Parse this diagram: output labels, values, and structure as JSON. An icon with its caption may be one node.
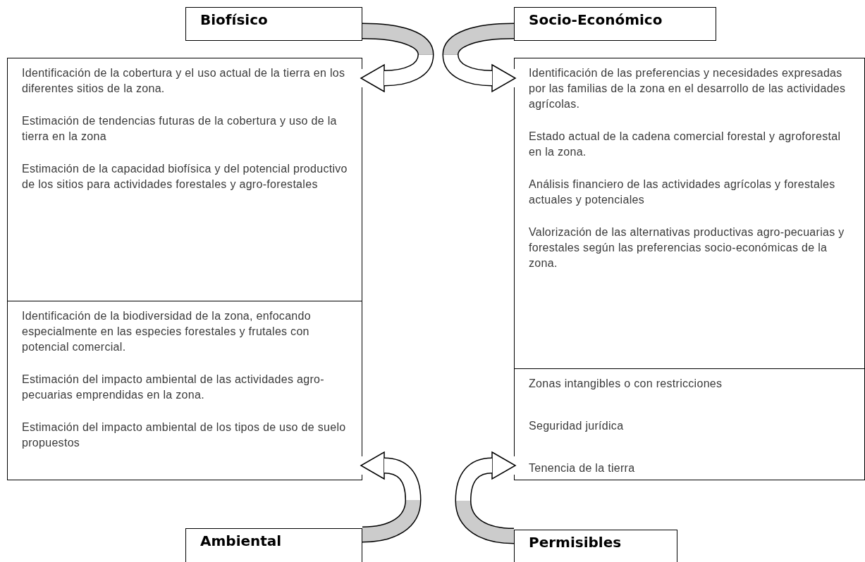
{
  "diagram": {
    "nodes": [
      {
        "text": [
          "Biofísico"
        ]
      },
      {
        "text": [
          "Socio-Económico"
        ]
      },
      {
        "text": [
          "Identificación de la cobertura y el uso actual de la tierra en los diferentes sitios de la zona.",
          "Estimación de tendencias futuras de la cobertura y uso de la tierra en la zona",
          "Estimación de la capacidad biofísica y del potencial productivo de los sitios para actividades forestales y agro-forestales"
        ]
      },
      {
        "text": [
          "Identificación de las preferencias y necesidades expresadas por las familias de la zona en el desarrollo de las actividades agrícolas.",
          "Estado actual de la cadena comercial forestal y agroforestal en la zona.",
          "Análisis financiero de las actividades agrícolas y forestales actuales y potenciales",
          "Valorización de las alternativas  productivas agro-pecuarias y forestales según las preferencias socio-económicas de la zona."
        ]
      },
      {
        "text": [
          "Identificación de la biodiversidad de la zona, enfocando especialmente en las especies forestales y frutales con potencial comercial.",
          "Estimación del impacto ambiental de las actividades agro-pecuarias emprendidas en la zona.",
          "Estimación del impacto ambiental de los tipos de uso de suelo propuestos"
        ]
      },
      {
        "text": [
          "Zonas intangibles o con restricciones",
          "Seguridad jurídica",
          "Tenencia de la tierra"
        ]
      },
      {
        "text": [
          "Ambiental"
        ]
      },
      {
        "text": [
          "Permisibles"
        ]
      }
    ],
    "edges": [
      {
        "from": 0,
        "to": 2,
        "arrow": "to"
      },
      {
        "from": 1,
        "to": 3,
        "arrow": "to"
      },
      {
        "from": 6,
        "to": 4,
        "arrow": "to"
      },
      {
        "from": 7,
        "to": 5,
        "arrow": "to"
      }
    ]
  }
}
